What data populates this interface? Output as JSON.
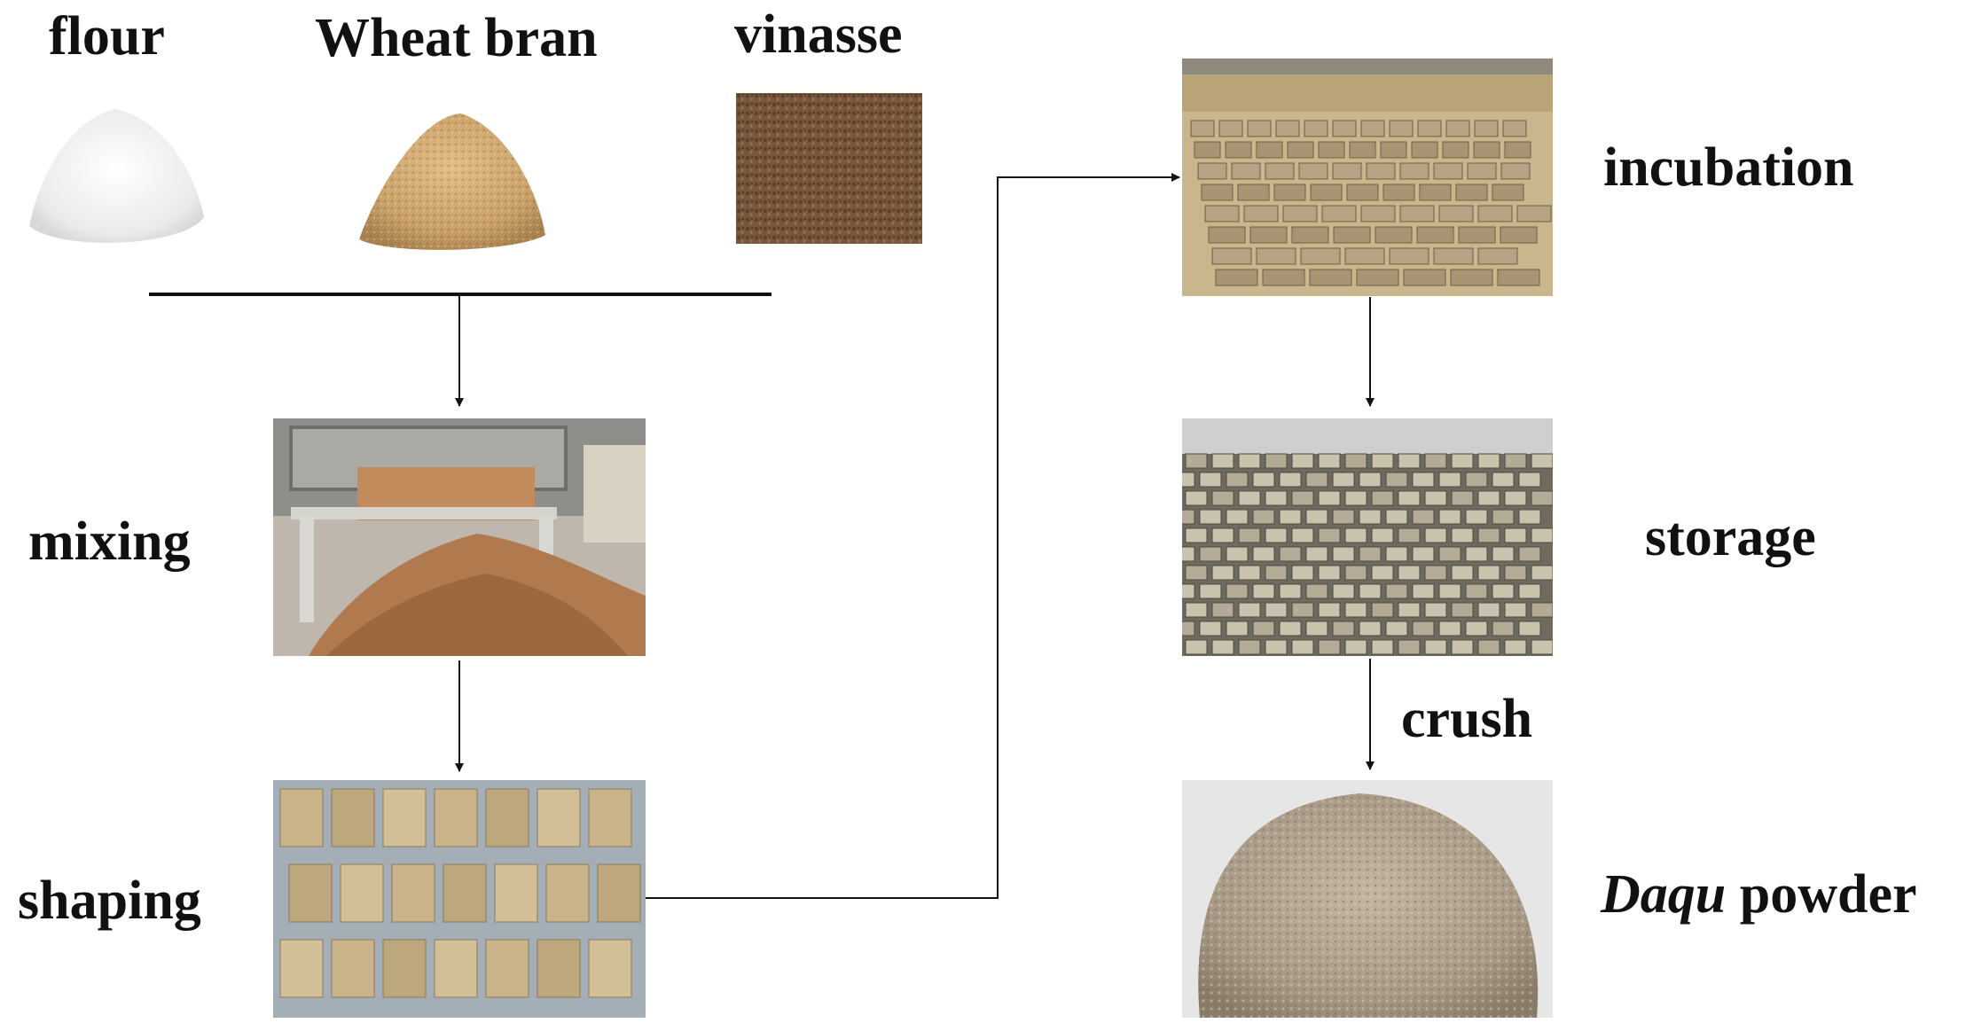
{
  "ingredients": {
    "flour": "flour",
    "wheat_bran": "Wheat bran",
    "vinasse": "vinasse"
  },
  "steps": {
    "mixing": "mixing",
    "shaping": "shaping",
    "incubation": "incubation",
    "storage": "storage",
    "crush": "crush",
    "daqu_italic": "Daqu",
    "daqu_rest": " powder"
  },
  "colors": {
    "line": "#111111",
    "flour": "#f2f2f2",
    "bran": "#c9a06a",
    "vinasse": "#7a5a3e",
    "brick": "#b9a98a",
    "powder": "#a89a87"
  }
}
